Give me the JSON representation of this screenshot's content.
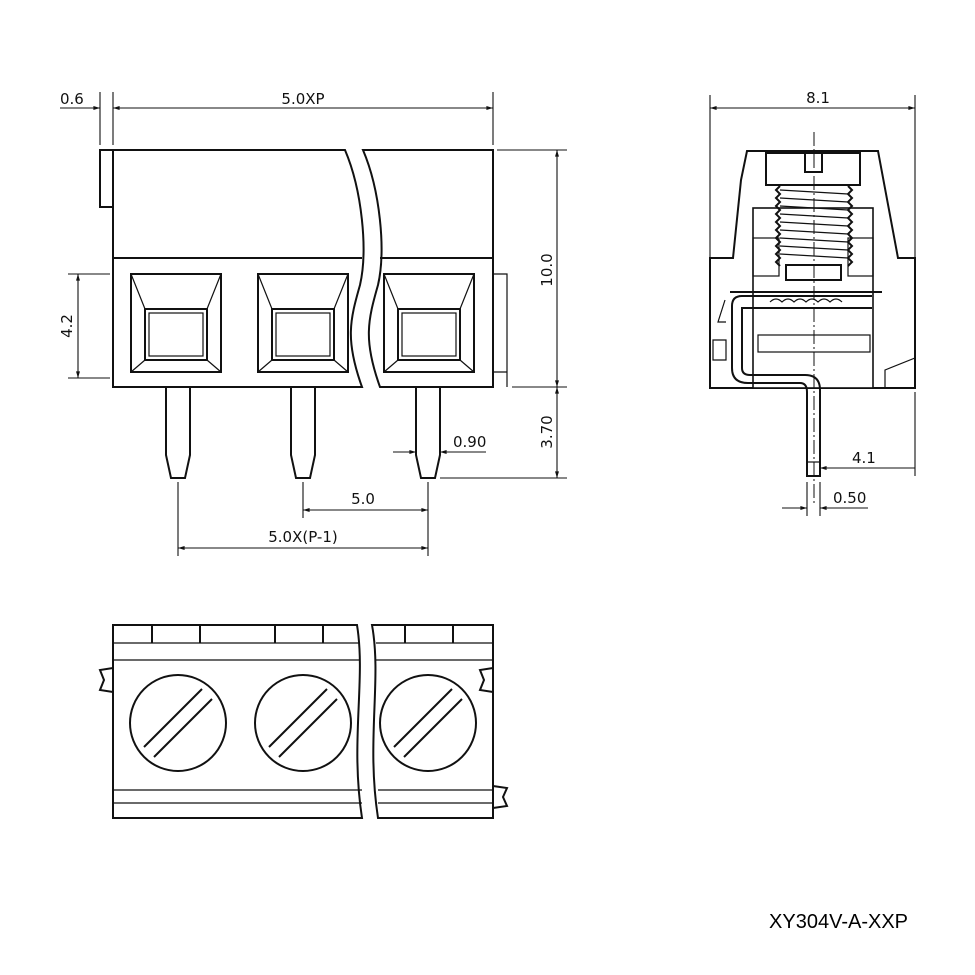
{
  "front_view": {
    "dims": {
      "offset": "0.6",
      "total_width": "5.0XP",
      "window_height": "4.2",
      "height": "10.0",
      "pin_length": "3.70",
      "pin_width": "0.90",
      "pitch": "5.0",
      "pin_span": "5.0X(P-1)"
    }
  },
  "side_view": {
    "dims": {
      "depth": "8.1",
      "pin_offset": "4.1",
      "pin_thickness": "0.50"
    }
  },
  "part_number": "XY304V-A-XXP"
}
